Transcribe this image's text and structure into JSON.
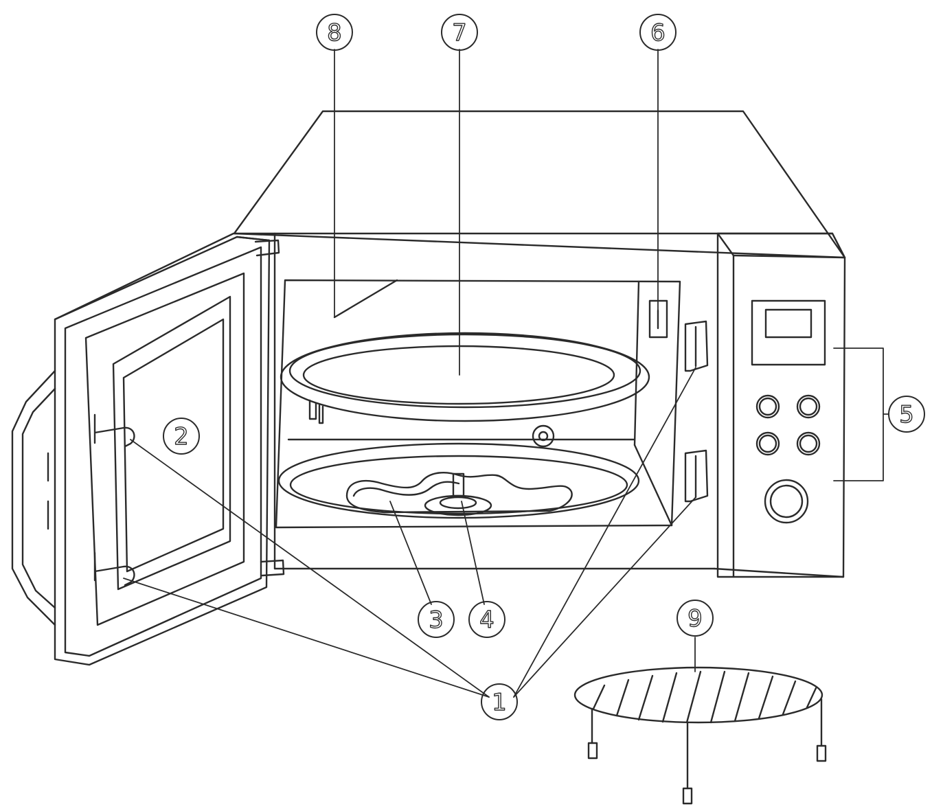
{
  "callouts": {
    "c1": "1",
    "c2": "2",
    "c3": "3",
    "c4": "4",
    "c5": "5",
    "c6": "6",
    "c7": "7",
    "c8": "8",
    "c9": "9"
  },
  "colors": {
    "line": "#2a2a2a",
    "background": "#ffffff"
  }
}
